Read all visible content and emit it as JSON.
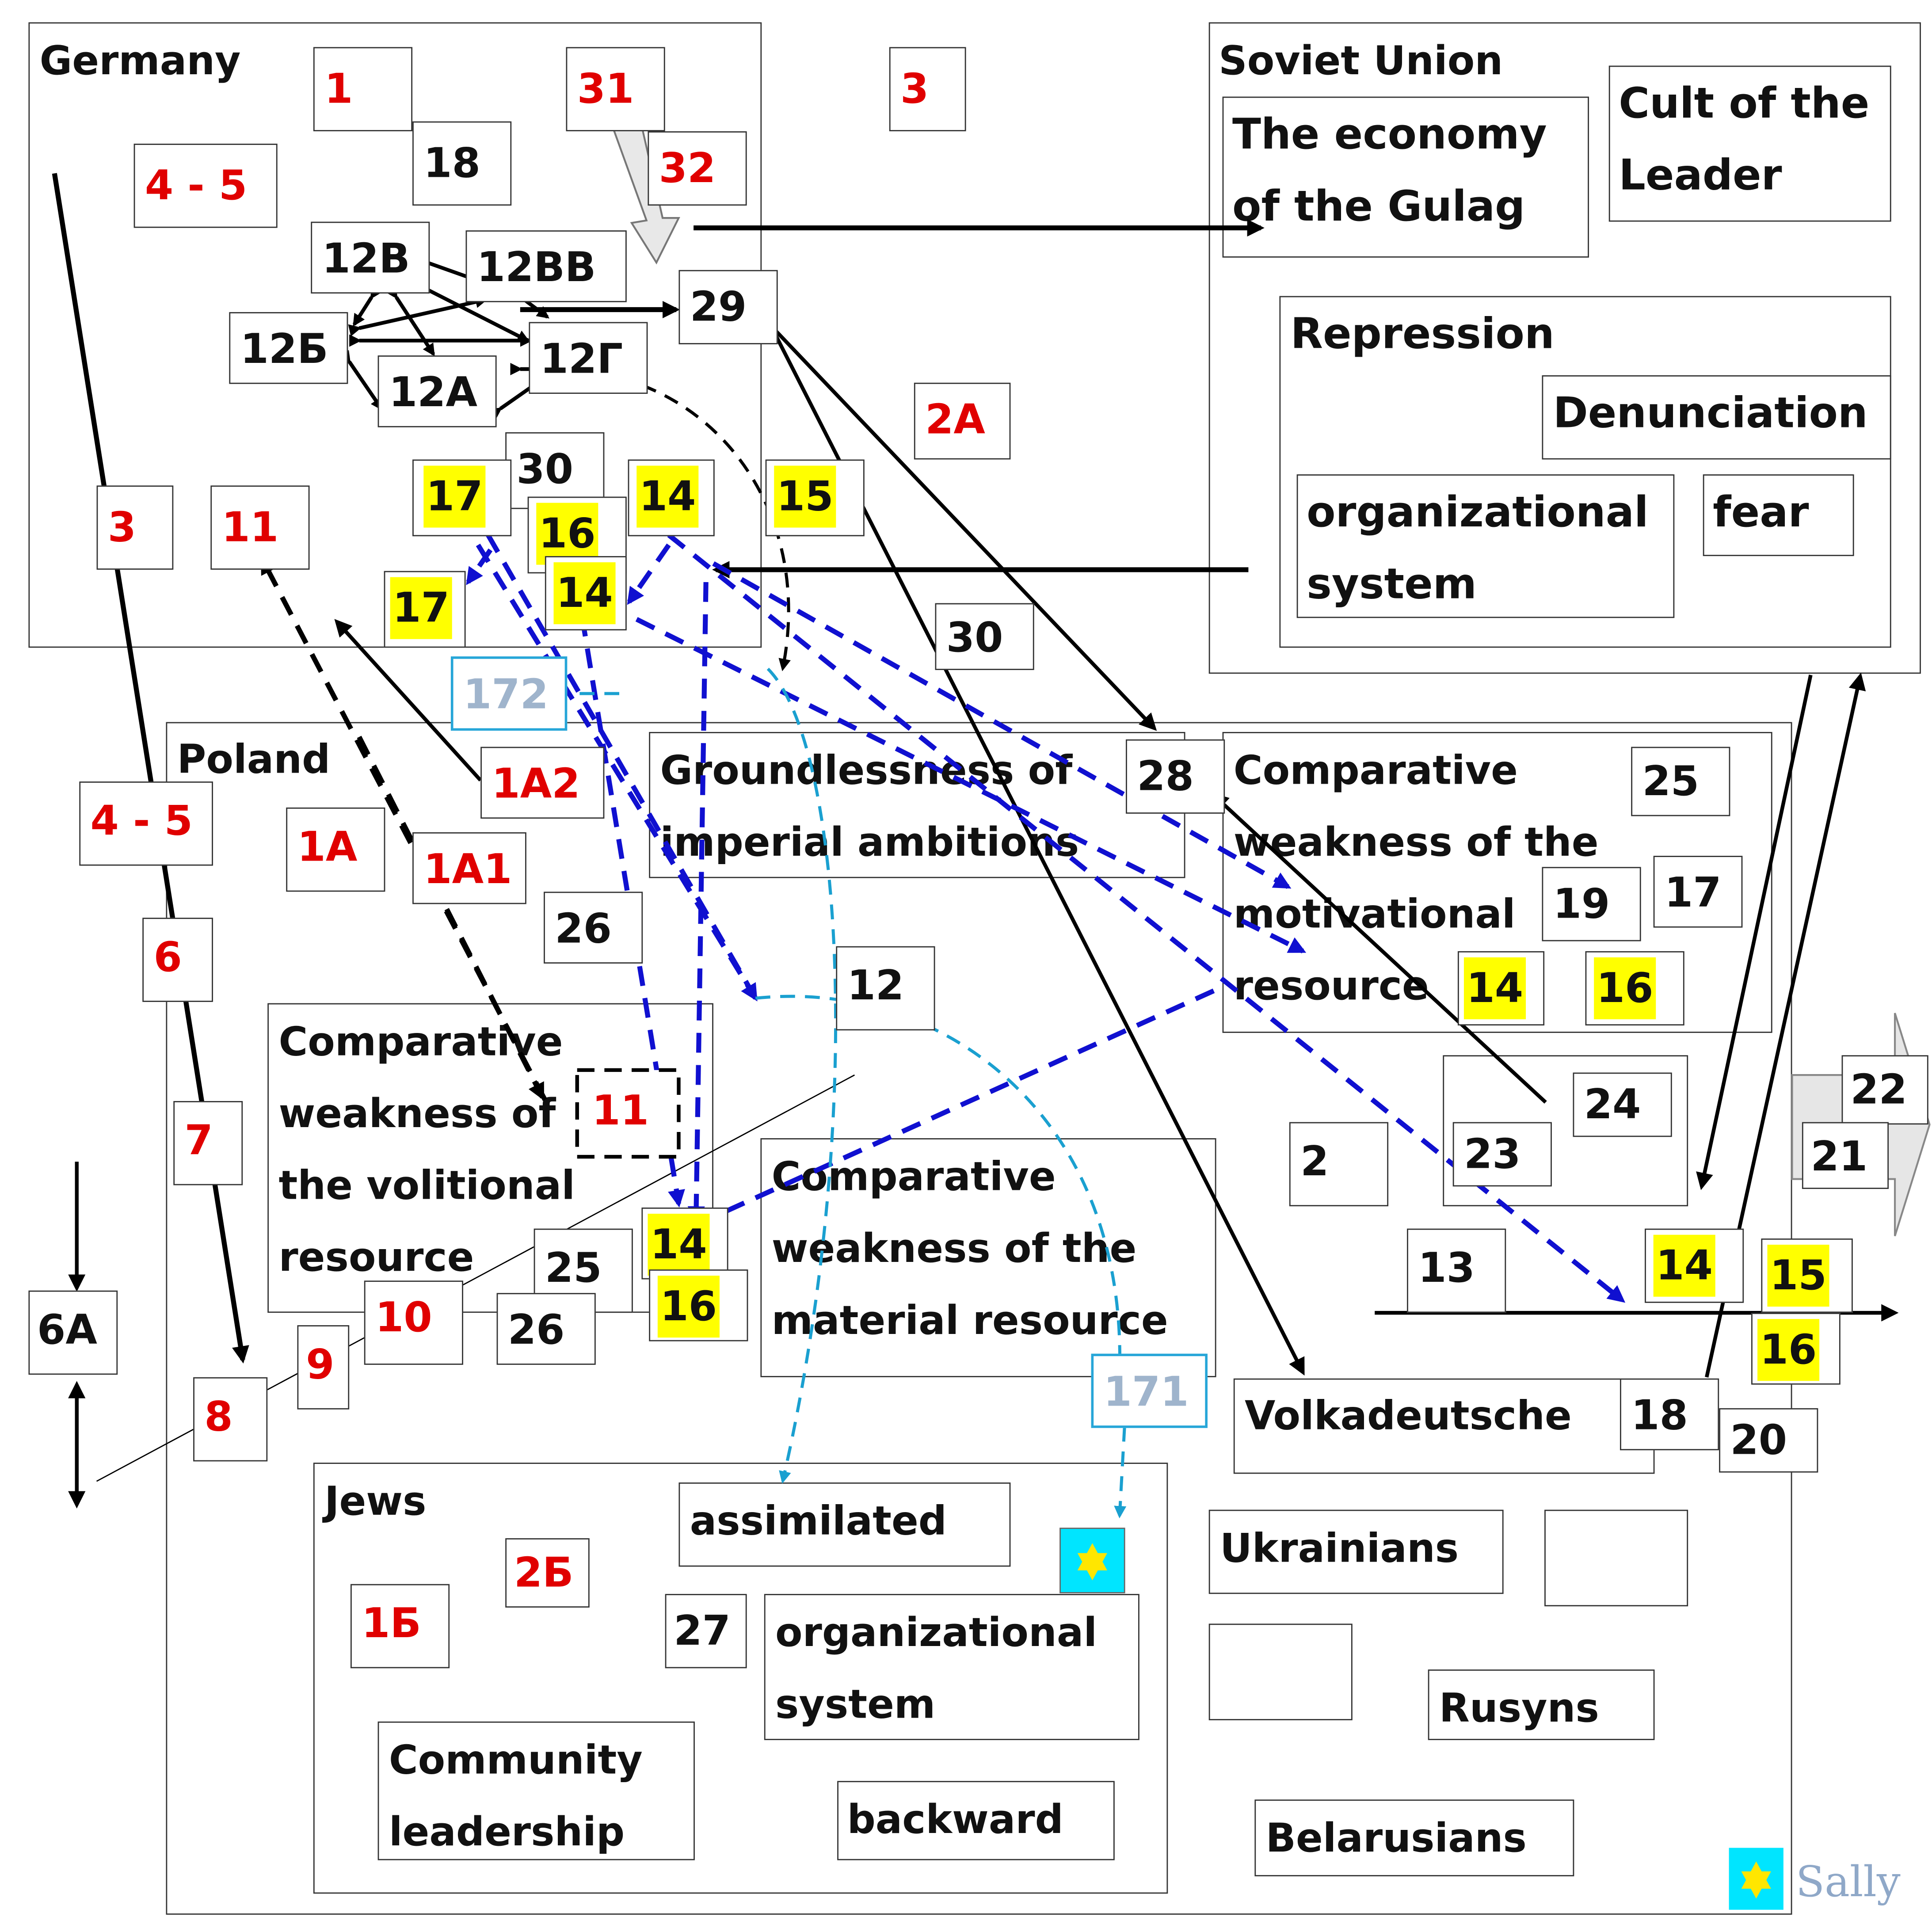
{
  "groups": {
    "germany": "Germany",
    "soviet": "Soviet Union",
    "poland": "Poland",
    "jews": "Jews"
  },
  "soviet_boxes": {
    "gulag": [
      "The economy",
      "of the Gulag"
    ],
    "cult": [
      "Cult of the",
      "Leader"
    ],
    "repression": "Repression",
    "denunciation": "Denunciation",
    "org_system": [
      "organizational",
      "system"
    ],
    "fear": "fear"
  },
  "poland_boxes": {
    "groundlessness": [
      "Groundlessness of",
      "imperial ambitions"
    ],
    "motivational": [
      "Comparative",
      "weakness of the",
      "motivational",
      "resource"
    ],
    "volitional": [
      "Comparative",
      "weakness  of",
      "the volitional",
      "resource"
    ],
    "material": [
      "Comparative",
      "weakness of the",
      "material resource"
    ]
  },
  "ethnic": {
    "volkadeutsche": "Volkadeutsche",
    "ukrainians": "Ukrainians",
    "rusyns": "Rusyns",
    "belarusians": "Belarusians"
  },
  "jews_boxes": {
    "assimilated": "assimilated",
    "org_system": [
      "organizational",
      "system"
    ],
    "community": [
      "Community",
      "leadership"
    ],
    "backward": "backward"
  },
  "numbers": {
    "n1": "1",
    "n18a": "18",
    "n31": "31",
    "n32": "32",
    "n3top": "3",
    "n45a": "4 - 5",
    "n12B": "12B",
    "n12BB": "12BB",
    "n12b": "12Б",
    "n12A": "12A",
    "n12G": "12Г",
    "n29": "29",
    "n2A": "2A",
    "n3left": "3",
    "n11a": "11",
    "n17a": "17",
    "n30a": "30",
    "n14a": "14",
    "n15a": "15",
    "n16a": "16",
    "n14b": "14",
    "n17b": "17",
    "n30b": "30",
    "n172": "172",
    "n1A2": "1A2",
    "n45b": "4 - 5",
    "n1A": "1A",
    "n1A1": "1A1",
    "n26a": "26",
    "n28": "28",
    "n25a": "25",
    "n19": "19",
    "n17c": "17",
    "n14c": "14",
    "n16b": "16",
    "n6": "6",
    "n12": "12",
    "n11b": "11",
    "n7": "7",
    "n24": "24",
    "n2": "2",
    "n23": "23",
    "n22": "22",
    "n21": "21",
    "n6A": "6A",
    "n25b": "25",
    "n14d": "14",
    "n16c": "16",
    "n10": "10",
    "n26b": "26",
    "n9": "9",
    "n13": "13",
    "n14e": "14",
    "n15b": "15",
    "n16d": "16",
    "n8": "8",
    "n171": "171",
    "n18b": "18",
    "n20": "20",
    "n2B": "2Б",
    "n1B": "1Б",
    "n27": "27"
  },
  "legend": {
    "label": "Sally",
    "icon": "star-of-david-icon"
  },
  "colors": {
    "red": "#e00000",
    "highlight": "#ffff00",
    "blue_arrow": "#1010d0",
    "cyan_arrow": "#1aa0d0"
  }
}
